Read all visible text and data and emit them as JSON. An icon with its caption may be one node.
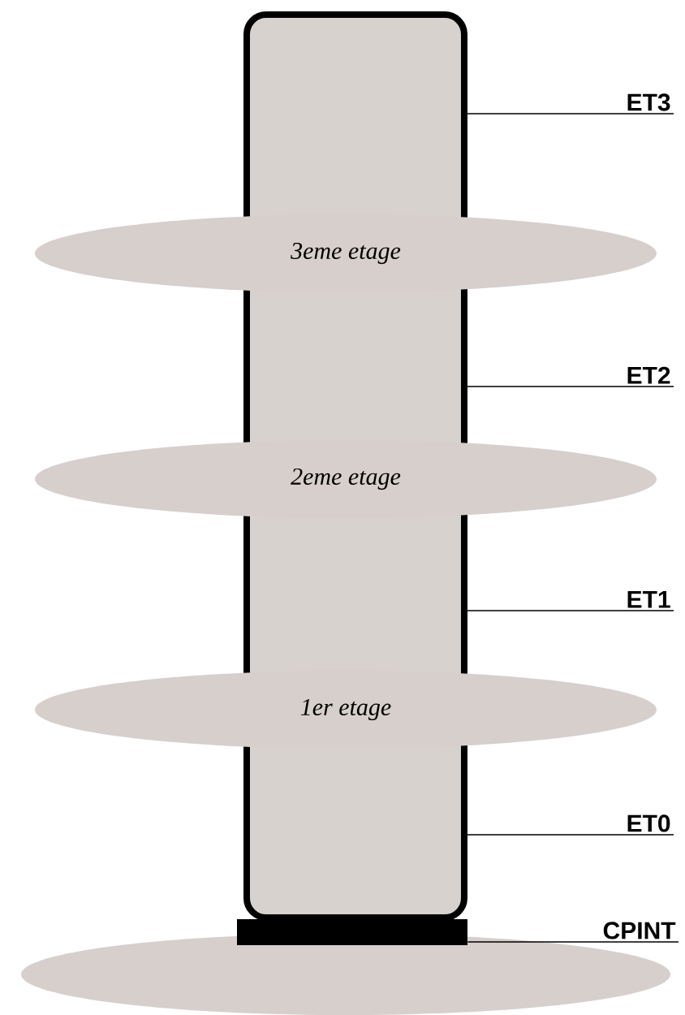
{
  "diagram": {
    "nodes": [
      {
        "text": [],
        "shape": "box"
      },
      {
        "text": [
          "ET3"
        ]
      },
      {
        "text": [
          "3eme etage"
        ]
      },
      {
        "text": [
          "ET2"
        ]
      },
      {
        "text": [
          "2eme etage"
        ]
      },
      {
        "text": [
          "ET1"
        ]
      },
      {
        "text": [
          "1er etage"
        ]
      },
      {
        "text": [
          "ET0"
        ]
      },
      {
        "text": [
          "CPINT"
        ]
      },
      {
        "text": [],
        "shape": "bar"
      },
      {
        "text": [],
        "shape": "ellipse"
      }
    ],
    "edges": [
      {
        "from": 1,
        "to": 0,
        "arrow": "none"
      },
      {
        "from": 3,
        "to": 0,
        "arrow": "none"
      },
      {
        "from": 5,
        "to": 0,
        "arrow": "none"
      },
      {
        "from": 7,
        "to": 0,
        "arrow": "none"
      },
      {
        "from": 8,
        "to": 9,
        "arrow": "none"
      }
    ]
  }
}
